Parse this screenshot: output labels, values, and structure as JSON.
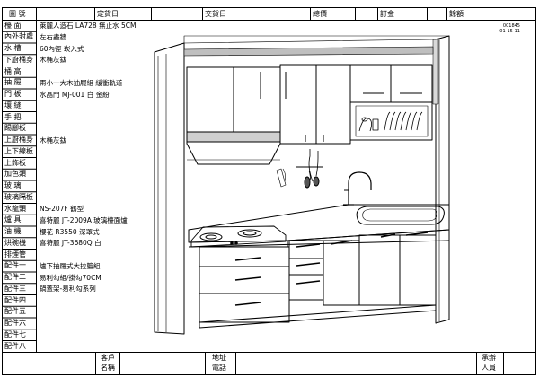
{
  "header": {
    "id_label": "圖 號",
    "order_date_label": "定貨日",
    "delivery_date_label": "交貨日",
    "total_price_label": "總價",
    "deposit_label": "訂金",
    "balance_label": "餘額"
  },
  "stamp": {
    "code": "001845",
    "date": "01-15-11"
  },
  "spec_rows": [
    {
      "label": "檯 面",
      "value": "萊麗人造石 LA728 無止水 5CM"
    },
    {
      "label": "內外封處",
      "value": "左右盡牆"
    },
    {
      "label": "水 槽",
      "value": "60內徑 崁入式"
    },
    {
      "label": "下廚桶身",
      "value": "木桶灰鈦"
    },
    {
      "label": "桶 高",
      "value": ""
    },
    {
      "label": "抽 屜",
      "value": "兩小一大木抽屜組 緩衝軌道"
    },
    {
      "label": "門 板",
      "value": "水晶門 MJ-001 白 金紛"
    },
    {
      "label": "壤 縫",
      "value": ""
    },
    {
      "label": "手 把",
      "value": ""
    },
    {
      "label": "踢腳板",
      "value": ""
    },
    {
      "label": "上廚桶身",
      "value": "木桶灰鈦"
    },
    {
      "label": "上下線板",
      "value": ""
    },
    {
      "label": "上飾板",
      "value": ""
    },
    {
      "label": "加色類",
      "value": ""
    },
    {
      "label": "玻 璃",
      "value": ""
    },
    {
      "label": "玻璃隔板",
      "value": ""
    },
    {
      "label": "水龍頭",
      "value": "NS-207F 鶴型"
    },
    {
      "label": "爐 具",
      "value": "喜特麗 JT-2009A 玻璃檯面爐"
    },
    {
      "label": "油 機",
      "value": "櫻花 R3550 深罩式"
    },
    {
      "label": "烘碗機",
      "value": "喜特麗 JT-3680Q 白"
    },
    {
      "label": "排煙管",
      "value": ""
    },
    {
      "label": "配件一",
      "value": "爐下抽屜式大拉籃組"
    },
    {
      "label": "配件二",
      "value": "易利勾組/掛勾70CM"
    },
    {
      "label": "配件三",
      "value": "鍋蓋架-易利勾系列"
    },
    {
      "label": "配件四",
      "value": ""
    },
    {
      "label": "配件五",
      "value": ""
    },
    {
      "label": "配件六",
      "value": ""
    },
    {
      "label": "配件七",
      "value": ""
    },
    {
      "label": "配件八",
      "value": ""
    }
  ],
  "footer": {
    "customer_label_1": "客戶",
    "customer_label_2": "名稱",
    "address_label": "地址",
    "phone_label": "電話",
    "handler_label_1": "承辦",
    "handler_label_2": "人員"
  }
}
